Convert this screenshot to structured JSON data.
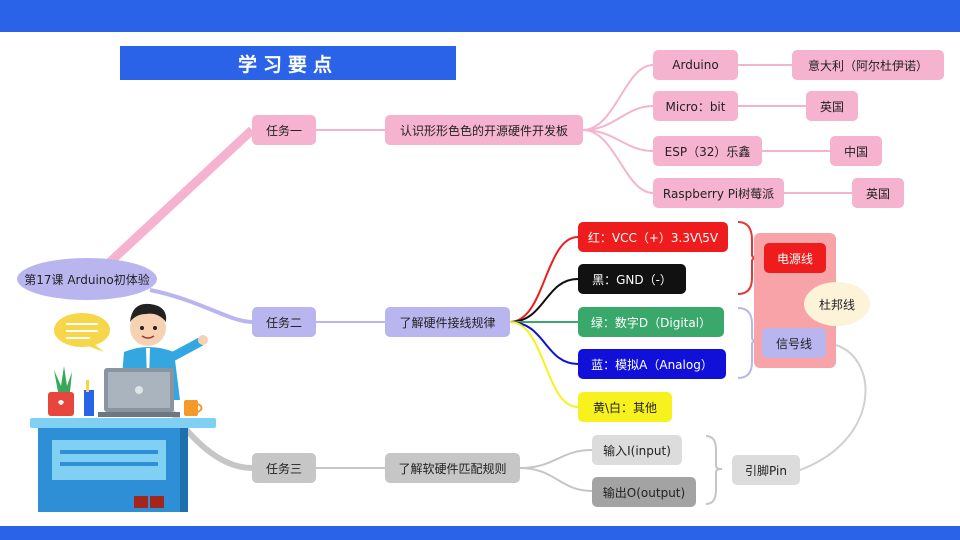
{
  "header": {
    "title": "学习要点"
  },
  "center": {
    "label": "第17课 Arduino初体验"
  },
  "tasks": [
    {
      "label": "任务一",
      "topic": "认识形形色色的开源硬件开发板"
    },
    {
      "label": "任务二",
      "topic": "了解硬件接线规律"
    },
    {
      "label": "任务三",
      "topic": "了解软硬件匹配规则"
    }
  ],
  "boards": [
    {
      "name": "Arduino",
      "country": "意大利（阿尔杜伊诺）"
    },
    {
      "name": "Micro：bit",
      "country": "英国"
    },
    {
      "name": "ESP（32）乐鑫",
      "country": "中国"
    },
    {
      "name": "Raspberry Pi树莓派",
      "country": "英国"
    }
  ],
  "wires": [
    {
      "label": "红：VCC（+）3.3V\\5V",
      "color": "#ee1c1c"
    },
    {
      "label": "黑：GND（-）",
      "color": "#111111"
    },
    {
      "label": "绿：数字D（Digital）",
      "color": "#3aa86a"
    },
    {
      "label": "蓝：模拟A（Analog）",
      "color": "#1010d8"
    },
    {
      "label": "黄\\白：其他",
      "color": "#f7f21e"
    }
  ],
  "wire_groups": {
    "power": "电源线",
    "signal": "信号线",
    "dupont": "杜邦线"
  },
  "io": {
    "input": "输入I(input)",
    "output": "输出O(output)",
    "pin": "引脚Pin"
  },
  "colors": {
    "accent": "#2b63e8",
    "pink": "#f6b3cf",
    "lavender": "#b9b6ef",
    "gray": "#c6c6c6"
  }
}
